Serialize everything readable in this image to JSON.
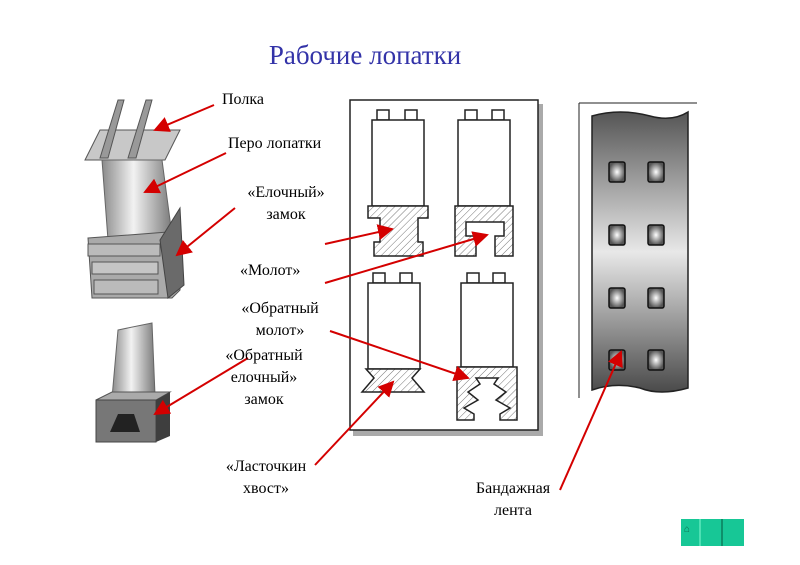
{
  "title": "Рабочие лопатки",
  "labels": {
    "polka": "Полка",
    "pero": "Перо лопатки",
    "elochny_1": "«Елочный»",
    "elochny_2": "замок",
    "molot": "«Молот»",
    "obr_molot_1": "«Обратный",
    "obr_molot_2": "молот»",
    "obr_el_1": "«Обратный",
    "obr_el_2": "елочный»",
    "obr_el_3": "замок",
    "lastochkin_1": "«Ласточкин",
    "lastochkin_2": "хвост»",
    "bandazh_1": "Бандажная",
    "bandazh_2": "лента"
  },
  "colors": {
    "title": "#3333a8",
    "arrow": "#d40000",
    "nav": "#17c796"
  },
  "nav": {
    "icon": "home-icon",
    "glyph": "⌂"
  }
}
